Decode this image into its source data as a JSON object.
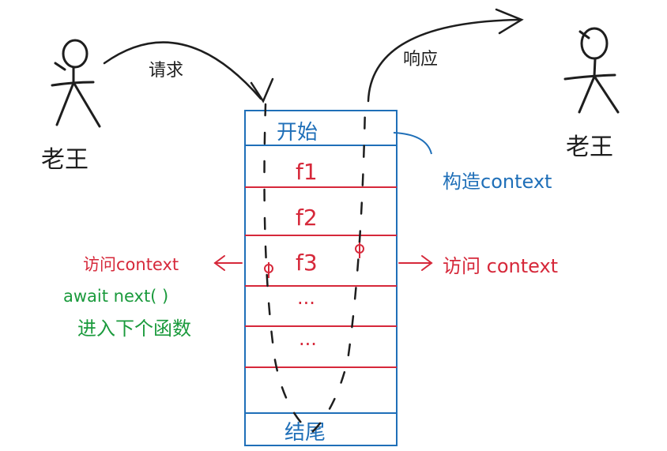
{
  "left_person": {
    "label": "老王"
  },
  "right_person": {
    "label": "老王"
  },
  "request_label": "请求",
  "response_label": "响应",
  "stack": {
    "start": "开始",
    "layers": [
      "f1",
      "f2",
      "f3",
      "···",
      "···"
    ],
    "end": "结尾"
  },
  "construct_note": "构造context",
  "left_notes": {
    "access": "访问context",
    "await": "await next( )",
    "enter": "进入下个函数"
  },
  "right_note": "访问 context",
  "colors": {
    "ink": "#1e1e1e",
    "blue": "#1f6fb8",
    "red": "#d6283a",
    "green": "#1a9a3c"
  }
}
